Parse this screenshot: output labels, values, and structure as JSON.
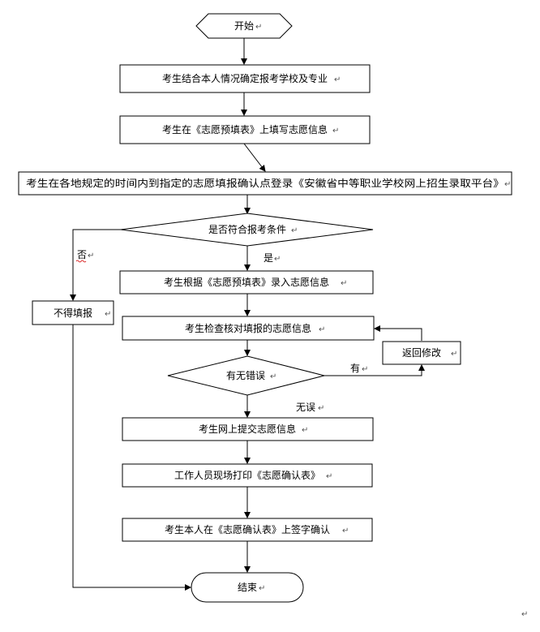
{
  "flowchart": {
    "nodes": {
      "start": "开始",
      "step1": "考生结合本人情况确定报考学校及专业",
      "step2": "考生在《志愿预填表》上填写志愿信息",
      "step3": "考生在各地规定的时间内到指定的志愿填报确认点登录《安徽省中等职业学校网上招生录取平台》",
      "decision1": "是否符合报考条件",
      "reject": "不得填报",
      "step4": "考生根据《志愿预填表》录入志愿信息",
      "step5": "考生检查核对填报的志愿信息",
      "return_edit": "返回修改",
      "decision2": "有无错误",
      "step6": "考生网上提交志愿信息",
      "step7": "工作人员现场打印《志愿确认表》",
      "step8": "考生本人在《志愿确认表》上签字确认",
      "end": "结束"
    },
    "edge_labels": {
      "no": "否",
      "yes": "是",
      "has_error": "有",
      "no_error": "无误"
    },
    "paragraph_mark": "↵"
  }
}
